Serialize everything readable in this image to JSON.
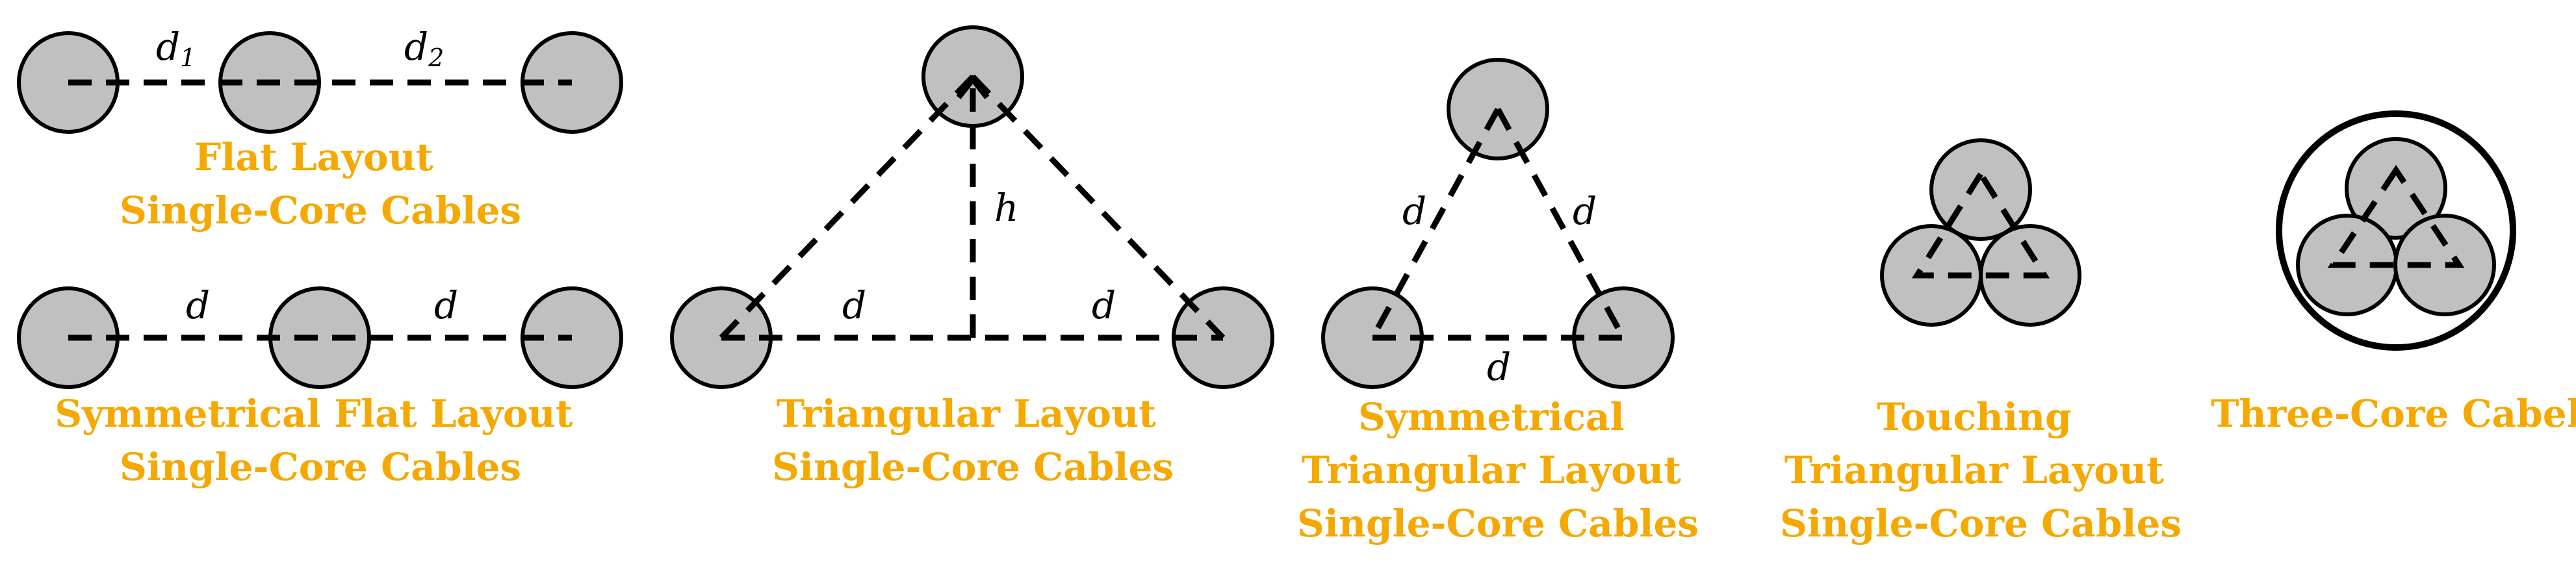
{
  "colors": {
    "caption": "#F5A800",
    "cable_fill": "#C0C0C0",
    "line": "#000000"
  },
  "panels": {
    "flat": {
      "caption_lines": [
        "Flat Layout",
        "Single-Core Cables"
      ],
      "label_d1": "d",
      "label_d1_sub": "1",
      "label_d2": "d",
      "label_d2_sub": "2"
    },
    "symmetrical_flat": {
      "caption_lines": [
        "Symmetrical Flat Layout",
        "Single-Core Cables"
      ],
      "label_left": "d",
      "label_right": "d"
    },
    "triangular": {
      "caption_lines": [
        "Triangular Layout",
        "Single-Core Cables"
      ],
      "label_h": "h",
      "label_left": "d",
      "label_right": "d"
    },
    "symmetrical_triangular": {
      "caption_lines": [
        "Symmetrical",
        "Triangular Layout",
        "Single-Core Cables"
      ],
      "label_left": "d",
      "label_right": "d",
      "label_bottom": "d"
    },
    "touching_triangular": {
      "caption_lines": [
        "Touching",
        "Triangular Layout",
        "Single-Core Cables"
      ]
    },
    "three_core": {
      "caption_lines": [
        "Three-Core Cabel"
      ]
    }
  }
}
